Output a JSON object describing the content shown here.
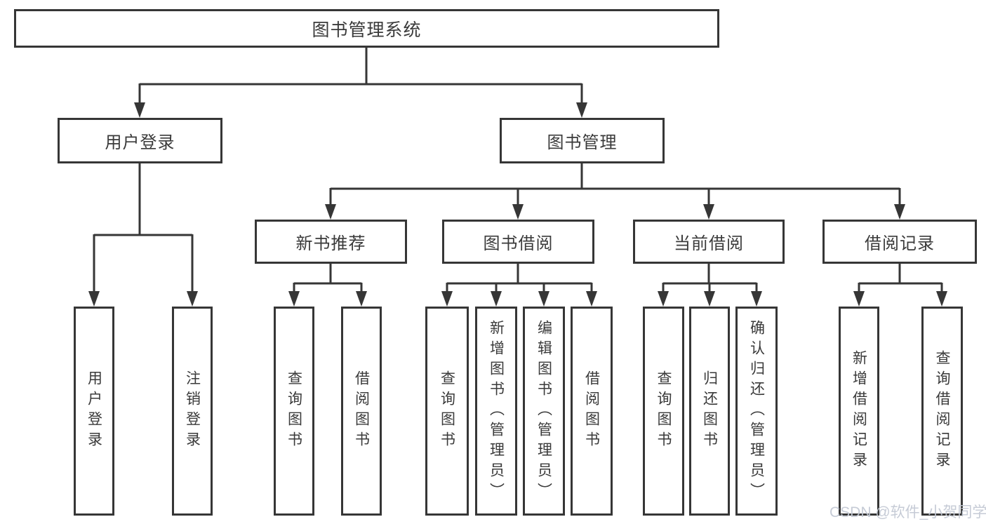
{
  "diagram": {
    "root": {
      "label": "图书管理系统"
    },
    "user_login": {
      "label": "用户登录",
      "children": [
        "用户登录",
        "注销登录"
      ]
    },
    "book_mgmt": {
      "label": "图书管理"
    },
    "new_book_rec": {
      "label": "新书推荐",
      "children": [
        "查询图书",
        "借阅图书"
      ]
    },
    "book_borrow": {
      "label": "图书借阅",
      "children": [
        "查询图书",
        "新增图书（管理员）",
        "编辑图书（管理员）",
        "借阅图书"
      ]
    },
    "current_borrow": {
      "label": "当前借阅",
      "children": [
        "查询图书",
        "归还图书",
        "确认归还（管理员）"
      ]
    },
    "borrow_records": {
      "label": "借阅记录",
      "children": [
        "新增借阅记录",
        "查询借阅记录"
      ]
    }
  },
  "watermark": "CSDN @软件_小贺同学",
  "colors": {
    "line": "#363636",
    "box_border": "#363636",
    "box_bg": "#ffffff",
    "text": "#3a3a3a",
    "watermark": "#c3c9d4",
    "page_bg": "#ffffff"
  }
}
